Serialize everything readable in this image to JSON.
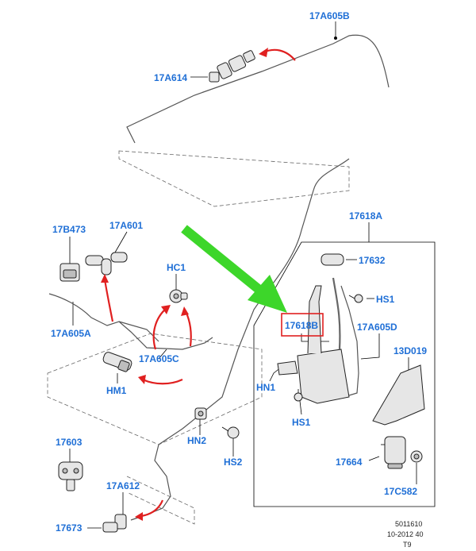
{
  "diagram": {
    "labels": {
      "p17A605B": "17A605B",
      "p17A614": "17A614",
      "p17618A": "17618A",
      "p17B473": "17B473",
      "p17A601": "17A601",
      "pHC1": "HC1",
      "p17632": "17632",
      "pHS1_top": "HS1",
      "p17618B": "17618B",
      "p17A605D": "17A605D",
      "p17A605A": "17A605A",
      "p13D019": "13D019",
      "p17A605C": "17A605C",
      "pHM1": "HM1",
      "pHN1": "HN1",
      "pHS1_bottom": "HS1",
      "pHN2": "HN2",
      "pHS2": "HS2",
      "p17603": "17603",
      "p17664": "17664",
      "p17A612": "17A612",
      "p17C582": "17C582",
      "p17673": "17673"
    },
    "reference": {
      "line1": "5011610",
      "line2": "10-2012 40",
      "line3": "T9"
    },
    "highlight": {
      "part": "17618B",
      "box_color": "#e02020"
    },
    "colors": {
      "label_blue": "#1f6fd6",
      "callout_red": "#e02020",
      "pointer_green": "#3dd62a"
    },
    "icons": {
      "pointer": "green-arrow-icon",
      "callout": "red-curved-arrow-icon"
    }
  }
}
